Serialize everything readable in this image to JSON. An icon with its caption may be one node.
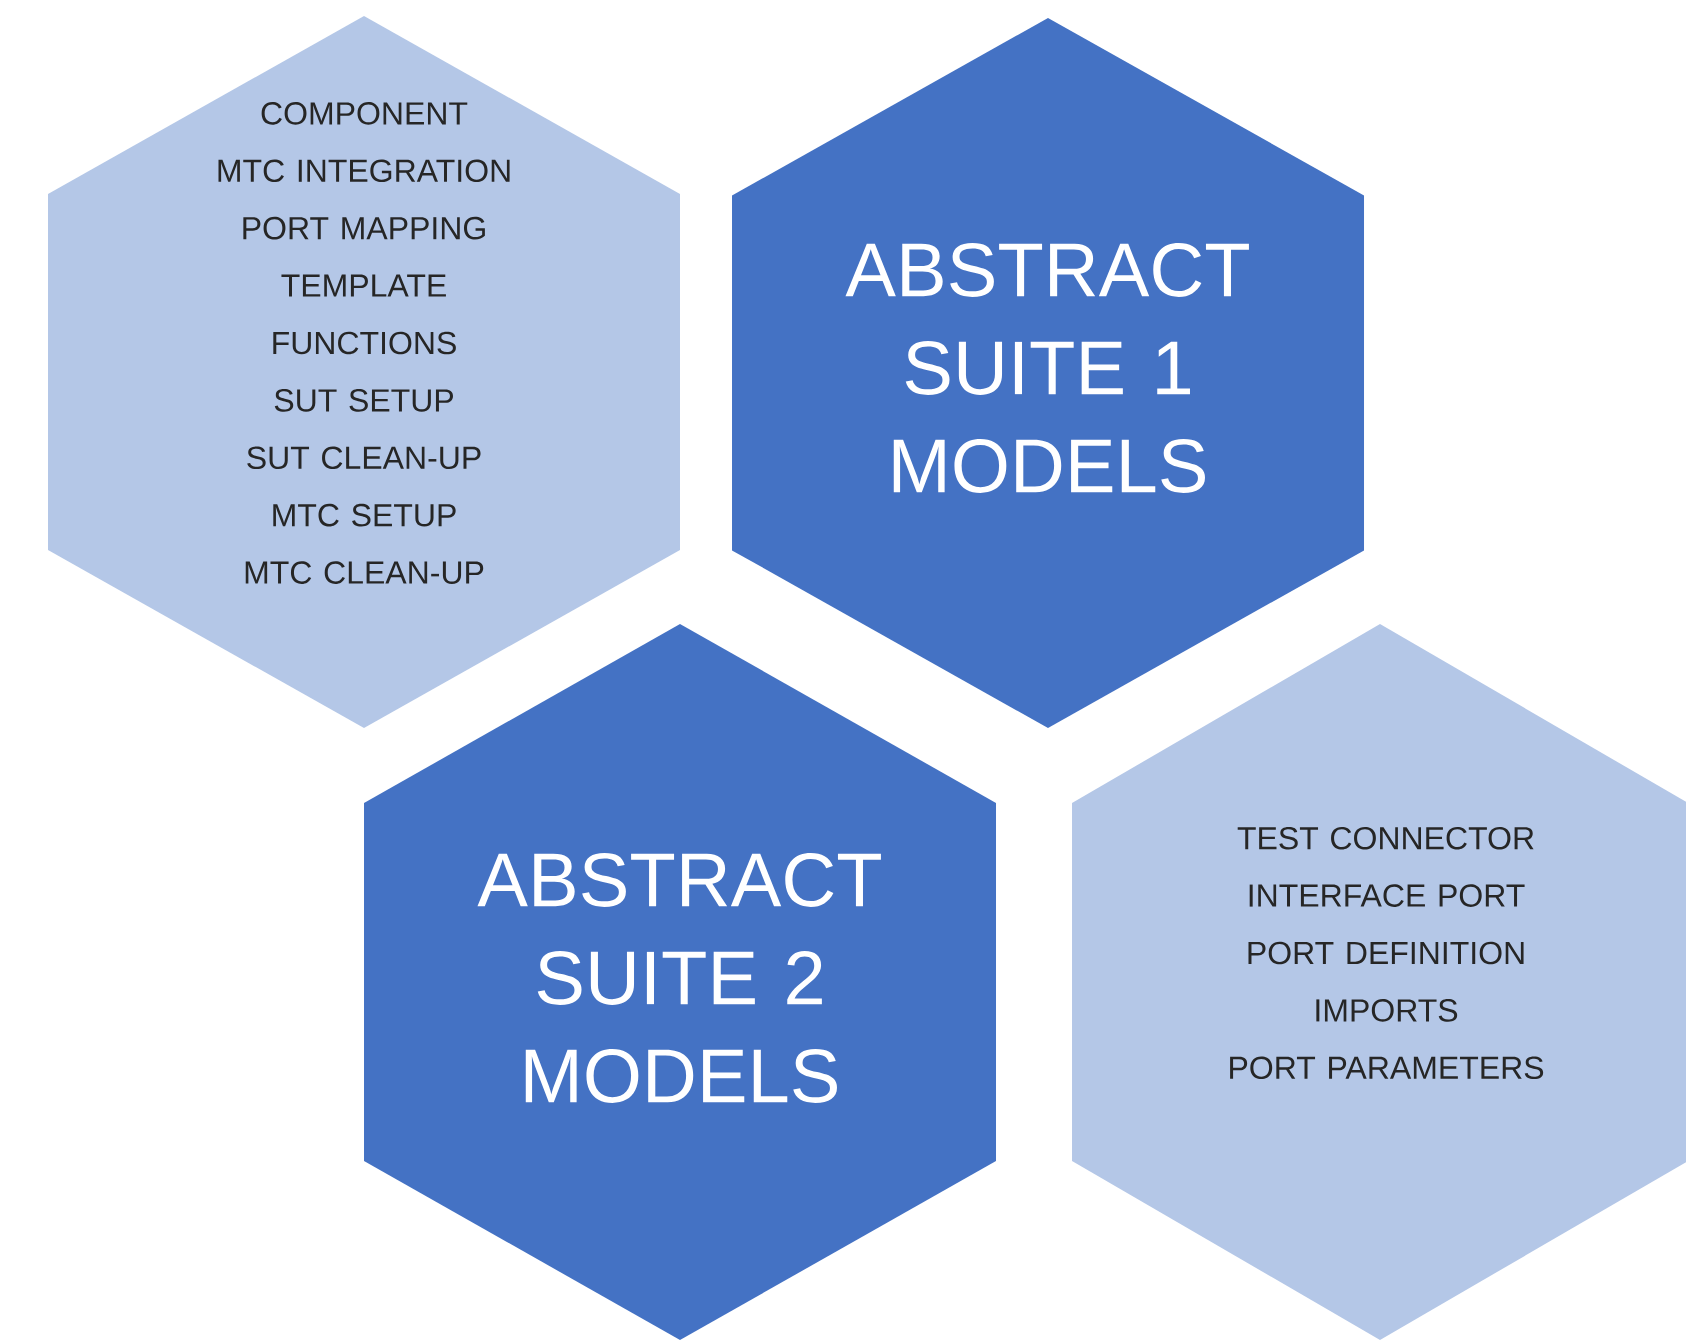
{
  "diagram": {
    "nodes": [
      {
        "text": [
          "COMPONENT",
          "MTC INTEGRATION",
          "PORT MAPPING",
          "TEMPLATE",
          "FUNCTIONS",
          "SUT SETUP",
          "SUT CLEAN-UP",
          "MTC SETUP",
          "MTC CLEAN-UP"
        ]
      },
      {
        "text": [
          "ABSTRACT SUITE 1 MODELS"
        ]
      },
      {
        "text": [
          "ABSTRACT SUITE 2 MODELS"
        ]
      },
      {
        "text": [
          "TEST CONNECTOR",
          "INTERFACE PORT",
          "PORT DEFINITION",
          "IMPORTS",
          "PORT PARAMETERS"
        ]
      }
    ]
  }
}
